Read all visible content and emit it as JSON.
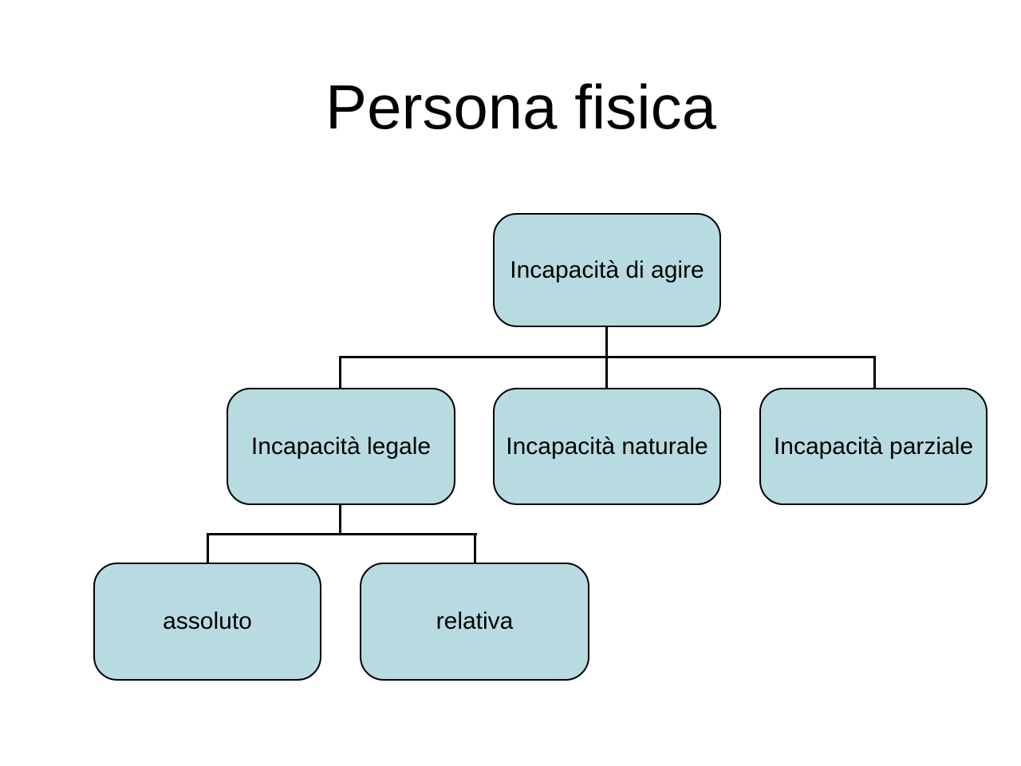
{
  "slide": {
    "title": "Persona fisica"
  },
  "colors": {
    "background": "#ffffff",
    "node_fill": "#b7dbe0",
    "node_border": "#000000",
    "connector": "#000000",
    "text": "#000000"
  },
  "diagram": {
    "type": "hierarchy",
    "nodes": {
      "root": {
        "label": "Incapacità di agire",
        "parent": null
      },
      "legale": {
        "label": "Incapacità legale",
        "parent": "root"
      },
      "naturale": {
        "label": "Incapacità naturale",
        "parent": "root"
      },
      "parziale": {
        "label": "Incapacità parziale",
        "parent": "root"
      },
      "assoluto": {
        "label": "assoluto",
        "parent": "legale"
      },
      "relativa": {
        "label": "relativa",
        "parent": "legale"
      }
    }
  }
}
